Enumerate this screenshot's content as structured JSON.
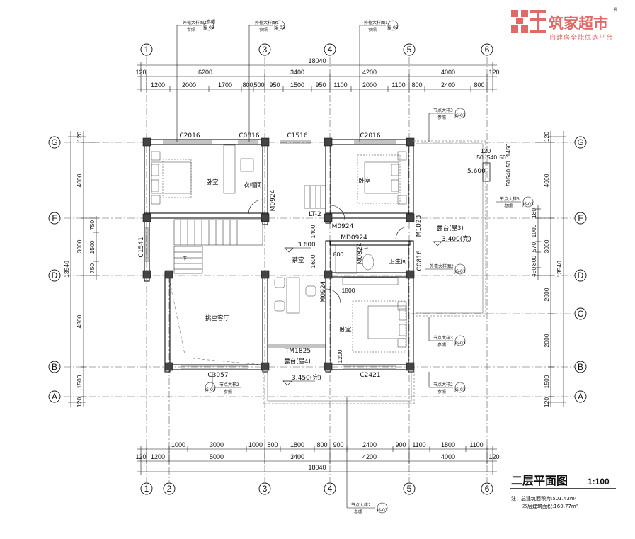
{
  "brand": {
    "name": "筑家超市",
    "slogan": "自建房全能优选平台",
    "registered": "®",
    "color": "#e06a6a"
  },
  "title": {
    "text": "二层平面图",
    "scale": "1:100",
    "note_line1": "注：总建筑面积为:501.43m²",
    "note_line2": "本层建筑面积:160.77m²"
  },
  "axes": {
    "top": [
      "1",
      "3",
      "4",
      "5",
      "6"
    ],
    "bottom": [
      "1",
      "2",
      "3",
      "4",
      "5",
      "6"
    ],
    "left": [
      "G",
      "F",
      "D",
      "B",
      "A"
    ],
    "right": [
      "G",
      "F",
      "D",
      "C",
      "B",
      "A"
    ]
  },
  "dims": {
    "top_total": "18040",
    "top_main": [
      "120",
      "6200",
      "3400",
      "4200",
      "4000",
      "120"
    ],
    "top_detail": [
      "1200",
      "2000",
      "1700",
      "800",
      "500",
      "950",
      "1500",
      "950",
      "1100",
      "2000",
      "1100",
      "800",
      "2400",
      "800"
    ],
    "bottom_detail": [
      "1000",
      "3000",
      "1000",
      "800",
      "1800",
      "800",
      "900",
      "2400",
      "900",
      "1100",
      "1800",
      "1100"
    ],
    "bottom_main": [
      "120",
      "1200",
      "5000",
      "3400",
      "4200",
      "4000",
      "120"
    ],
    "bottom_total": "18040",
    "left_main": [
      "120",
      "4000",
      "3000",
      "4800",
      "1500",
      "120"
    ],
    "left_detail": [
      "750",
      "1500",
      "750"
    ],
    "left_total": "13540",
    "right_main": [
      "120",
      "4000",
      "3000",
      "2000",
      "2000",
      "1500",
      "120"
    ],
    "right_detail": [
      "180",
      "1000",
      "570",
      "800",
      "450"
    ],
    "right_total": "13540",
    "inner": [
      "1400",
      "1600",
      "800",
      "1800",
      "1200"
    ],
    "small": [
      "120",
      "50",
      "540",
      "50",
      "50",
      "540",
      "1450",
      "50"
    ]
  },
  "labels": {
    "windows": [
      "C2016",
      "C0816",
      "C1516",
      "C2016",
      "C1541",
      "C3057",
      "C2421",
      "C0816"
    ],
    "doors": [
      "M0924",
      "M0924",
      "MD0924",
      "M0824",
      "M1023",
      "M0924",
      "TM1825"
    ],
    "stair": "LT-2",
    "elevations": [
      "3.600",
      "3.400(完)",
      "3.450(完)",
      "5.600"
    ],
    "callouts": [
      "外檐大样图1",
      "外檐大样图1",
      "外檐大样图1",
      "节点大样3",
      "节点大样3",
      "外檐大样图2",
      "节点大样3",
      "节点大样2",
      "节点大样2",
      "节点大样2"
    ],
    "callout_sub": "参照",
    "callout_ref": "JS-03"
  },
  "rooms": {
    "bed1": "卧室",
    "closet": "衣帽间",
    "bed2": "卧室",
    "terrace3": "露台(屋3)",
    "tea": "茶室",
    "bath": "卫生间",
    "void": "挑空客厅",
    "bed3": "卧室",
    "terrace4": "露台(屋4)",
    "stair_note": "下"
  }
}
